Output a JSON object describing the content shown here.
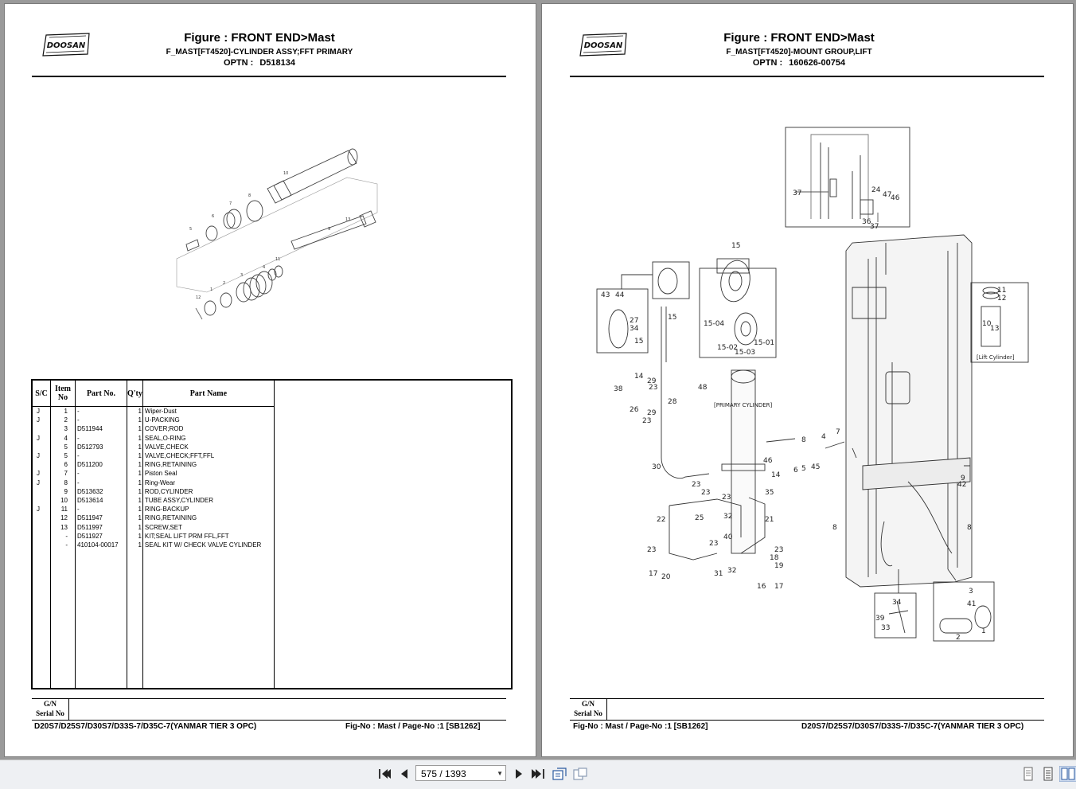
{
  "left_page": {
    "logo_text": "DOOSAN",
    "title": "Figure : FRONT END>Mast",
    "subtitle": "F_MAST[FT4520]-CYLINDER ASSY;FFT PRIMARY",
    "optn_label": "OPTN :",
    "optn_value": "D518134",
    "table": {
      "headers": {
        "sc": "S/C",
        "item_line1": "Item",
        "item_line2": "No",
        "part_no": "Part No.",
        "qty": "Q'ty",
        "part_name": "Part Name"
      },
      "rows": [
        {
          "sc": "J",
          "item": "1",
          "part_no": "-",
          "qty": "1",
          "name": "Wiper-Dust"
        },
        {
          "sc": "J",
          "item": "2",
          "part_no": "-",
          "qty": "1",
          "name": "U-PACKING"
        },
        {
          "sc": "",
          "item": "3",
          "part_no": "D511944",
          "qty": "1",
          "name": "COVER;ROD"
        },
        {
          "sc": "J",
          "item": "4",
          "part_no": "-",
          "qty": "1",
          "name": "SEAL,O-RING"
        },
        {
          "sc": "",
          "item": "5",
          "part_no": "D512793",
          "qty": "1",
          "name": "VALVE,CHECK"
        },
        {
          "sc": "J",
          "item": "5",
          "part_no": "-",
          "qty": "1",
          "name": "VALVE,CHECK;FFT,FFL"
        },
        {
          "sc": "",
          "item": "6",
          "part_no": "D511200",
          "qty": "1",
          "name": "RING,RETAINING"
        },
        {
          "sc": "J",
          "item": "7",
          "part_no": "-",
          "qty": "1",
          "name": "Piston Seal"
        },
        {
          "sc": "J",
          "item": "8",
          "part_no": "-",
          "qty": "1",
          "name": "Ring-Wear"
        },
        {
          "sc": "",
          "item": "9",
          "part_no": "D513632",
          "qty": "1",
          "name": "ROD,CYLINDER"
        },
        {
          "sc": "",
          "item": "10",
          "part_no": "D513614",
          "qty": "1",
          "name": "TUBE ASSY,CYLINDER"
        },
        {
          "sc": "J",
          "item": "11",
          "part_no": "-",
          "qty": "1",
          "name": "RING-BACKUP"
        },
        {
          "sc": "",
          "item": "12",
          "part_no": "D511947",
          "qty": "1",
          "name": "RING,RETAINING"
        },
        {
          "sc": "",
          "item": "13",
          "part_no": "D511997",
          "qty": "1",
          "name": "SCREW,SET"
        },
        {
          "sc": "",
          "item": "-",
          "part_no": "D511927",
          "qty": "1",
          "name": "KIT;SEAL LIFT PRM FFL,FFT"
        },
        {
          "sc": "",
          "item": "-",
          "part_no": "410104-00017",
          "qty": "1",
          "name": "SEAL KIT W/ CHECK VALVE CYLINDER"
        }
      ]
    },
    "gn_line1": "G/N",
    "gn_line2": "Serial No",
    "footer_left": "D20S7/D25S7/D30S7/D33S-7/D35C-7(YANMAR TIER 3 OPC)",
    "footer_right": "Fig-No : Mast / Page-No :1 [SB1262]",
    "diagram_labels": [
      "10",
      "7",
      "8",
      "6",
      "5",
      "13",
      "9",
      "4",
      "11",
      "3",
      "2",
      "1",
      "12"
    ]
  },
  "right_page": {
    "logo_text": "DOOSAN",
    "title": "Figure : FRONT END>Mast",
    "subtitle": "F_MAST[FT4520]-MOUNT GROUP,LIFT",
    "optn_label": "OPTN :",
    "optn_value": "160626-00754",
    "gn_line1": "G/N",
    "gn_line2": "Serial No",
    "footer_left": "Fig-No : Mast / Page-No :1 [SB1262]",
    "footer_right": "D20S7/D25S7/D30S7/D33S-7/D35C-7(YANMAR TIER 3 OPC)",
    "diagram_labels": {
      "top_box": [
        "37",
        "24",
        "47",
        "46",
        "36",
        "37"
      ],
      "pulley_box": [
        "15",
        "15-04",
        "15-02",
        "15-03",
        "15-01"
      ],
      "left_box": [
        "43",
        "44",
        "27",
        "34",
        "15"
      ],
      "primary_cylinder": "[PRIMARY CYLINDER]",
      "lift_cylinder": "[Lift Cylinder]",
      "lift_box": [
        "11",
        "12",
        "10",
        "13"
      ],
      "hose_labels": [
        "14",
        "29",
        "23",
        "38",
        "28",
        "48",
        "26",
        "29",
        "23",
        "30",
        "23",
        "23",
        "25",
        "32",
        "22",
        "21",
        "40",
        "23",
        "23",
        "18",
        "19",
        "17",
        "20",
        "31",
        "32",
        "16",
        "17",
        "46",
        "14",
        "35",
        "15"
      ],
      "mast_labels": [
        "8",
        "4",
        "7",
        "6",
        "5",
        "45",
        "9",
        "42",
        "8",
        "8"
      ],
      "bottom_left_box": [
        "34",
        "39",
        "33"
      ],
      "bottom_right_box": [
        "3",
        "41",
        "2",
        "1"
      ]
    }
  },
  "viewer": {
    "page_current": "575",
    "page_separator": "/",
    "page_total": "1393",
    "page_display": "575 / 1393"
  }
}
